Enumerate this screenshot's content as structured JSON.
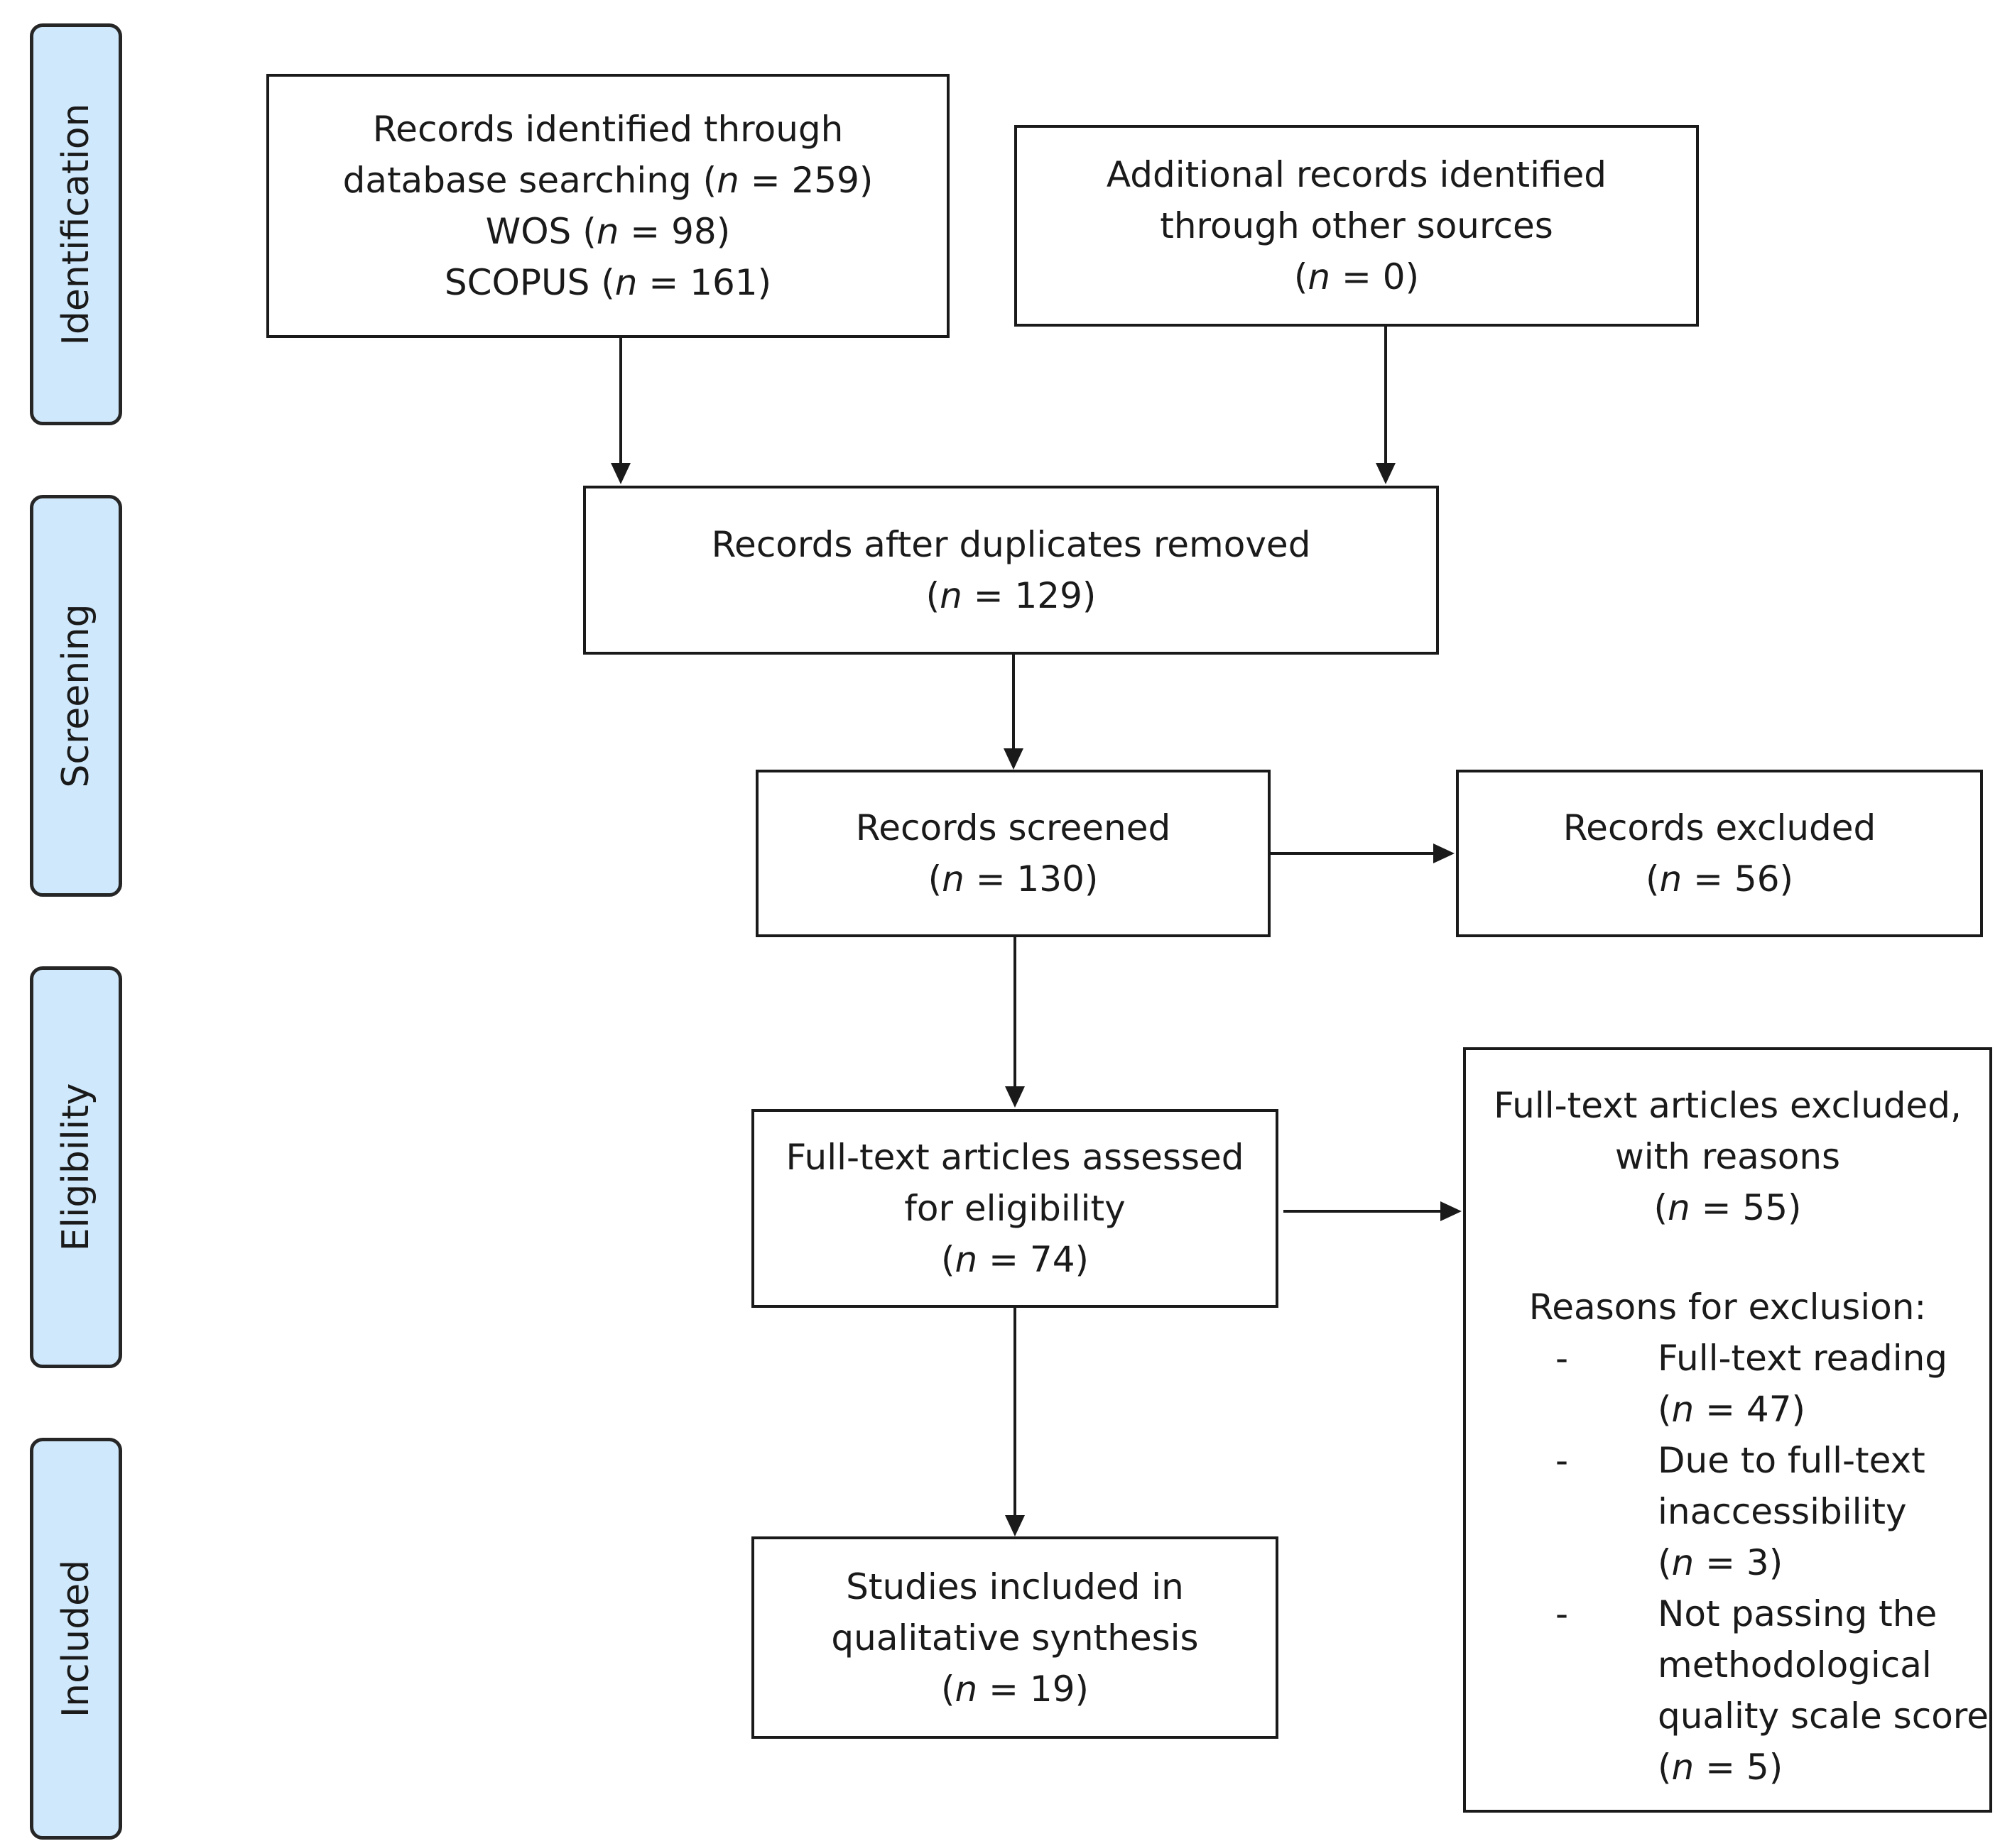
{
  "stages": [
    {
      "label": "Identification"
    },
    {
      "label": "Screening"
    },
    {
      "label": "Eligibility"
    },
    {
      "label": "Included"
    }
  ],
  "boxes": {
    "database": {
      "line1": "Records identified through",
      "line2_pre": "database searching (",
      "line2_n": "n",
      "line2_post": " = 259)",
      "line3_pre": "WOS (",
      "line3_n": "n",
      "line3_post": " = 98)",
      "line4_pre": "SCOPUS (",
      "line4_n": "n",
      "line4_post": " = 161)"
    },
    "other_sources": {
      "line1": "Additional records identified",
      "line2": "through other sources",
      "line3_pre": "(",
      "line3_n": "n",
      "line3_post": " = 0)"
    },
    "duplicates": {
      "line1": "Records after duplicates removed",
      "line2_pre": "(",
      "line2_n": "n",
      "line2_post": " = 129)"
    },
    "screened": {
      "line1": "Records screened",
      "line2_pre": "(",
      "line2_n": "n",
      "line2_post": " = 130)"
    },
    "excluded": {
      "line1": "Records excluded",
      "line2_pre": "(",
      "line2_n": "n",
      "line2_post": " = 56)"
    },
    "fulltext": {
      "line1": "Full-text articles assessed",
      "line2": "for eligibility",
      "line3_pre": "(",
      "line3_n": "n",
      "line3_post": " = 74)"
    },
    "fulltext_excluded": {
      "line1": "Full-text articles excluded,",
      "line2": "with reasons",
      "line3_pre": "(",
      "line3_n": "n",
      "line3_post": " = 55)",
      "reasons_title": "Reasons for exclusion:",
      "reasons": [
        {
          "dash": "-",
          "lines": [
            "Full-text reading"
          ],
          "n_pre": "(",
          "n": "n",
          "n_post": " = 47)"
        },
        {
          "dash": "-",
          "lines": [
            "Due to full-text",
            "inaccessibility"
          ],
          "n_pre": "(",
          "n": "n",
          "n_post": " = 3)"
        },
        {
          "dash": "-",
          "lines": [
            "Not passing the",
            "methodological",
            "quality scale score"
          ],
          "n_pre": "(",
          "n": "n",
          "n_post": " = 5)"
        }
      ]
    },
    "included": {
      "line1": "Studies included in",
      "line2": "qualitative synthesis",
      "line3_pre": "(",
      "line3_n": "n",
      "line3_post": " = 19)"
    }
  },
  "colors": {
    "stage_fill": "#cfe8fb",
    "stroke": "#1a1a1a"
  }
}
